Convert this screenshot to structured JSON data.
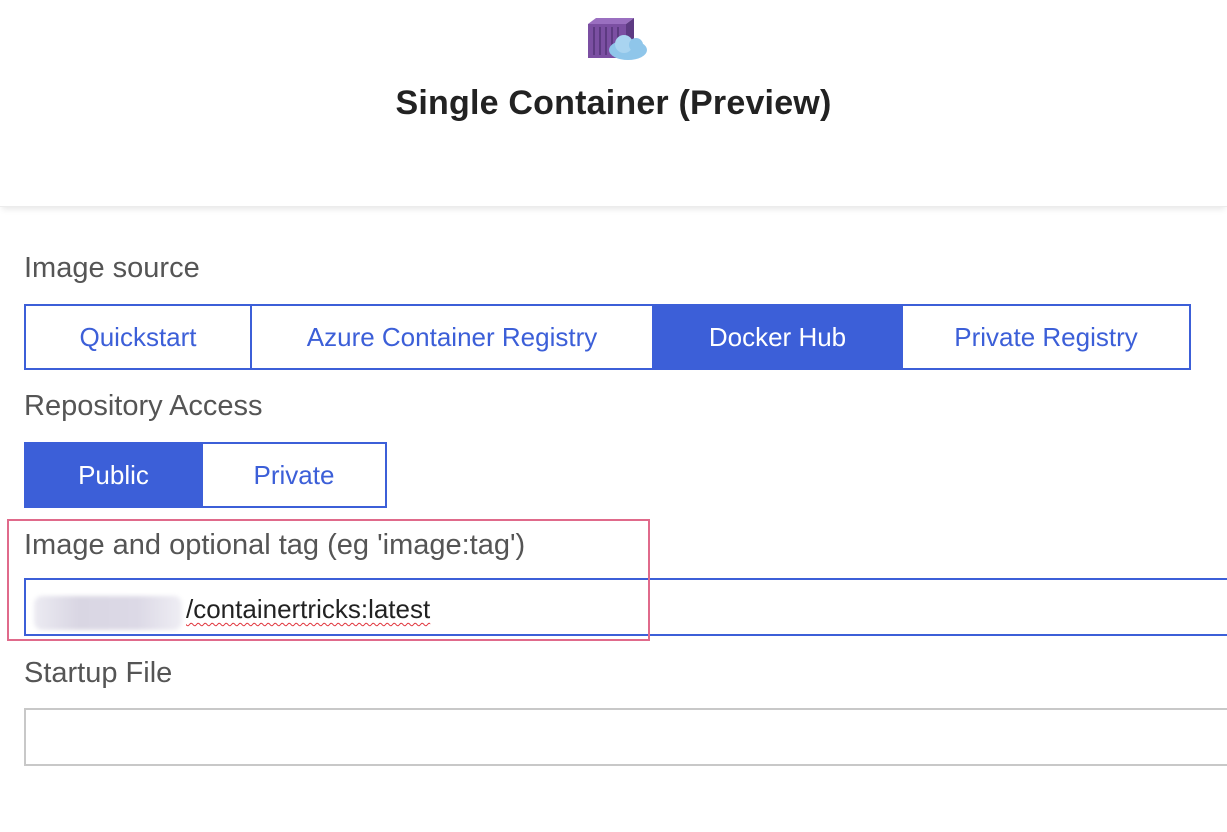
{
  "header": {
    "icon": "container-cloud-icon",
    "title": "Single Container (Preview)"
  },
  "image_source": {
    "label": "Image source",
    "options": [
      "Quickstart",
      "Azure Container Registry",
      "Docker Hub",
      "Private Registry"
    ],
    "selected": "Docker Hub"
  },
  "repository_access": {
    "label": "Repository Access",
    "options": [
      "Public",
      "Private"
    ],
    "selected": "Public"
  },
  "image_tag": {
    "label": "Image and optional tag (eg 'image:tag')",
    "value": "/containertricks:latest"
  },
  "startup_file": {
    "label": "Startup File",
    "value": ""
  },
  "colors": {
    "accent": "#3c5fd8",
    "highlight": "#e06a8b",
    "icon_purple": "#7b4fa2",
    "icon_cloud": "#8fc6ea"
  }
}
